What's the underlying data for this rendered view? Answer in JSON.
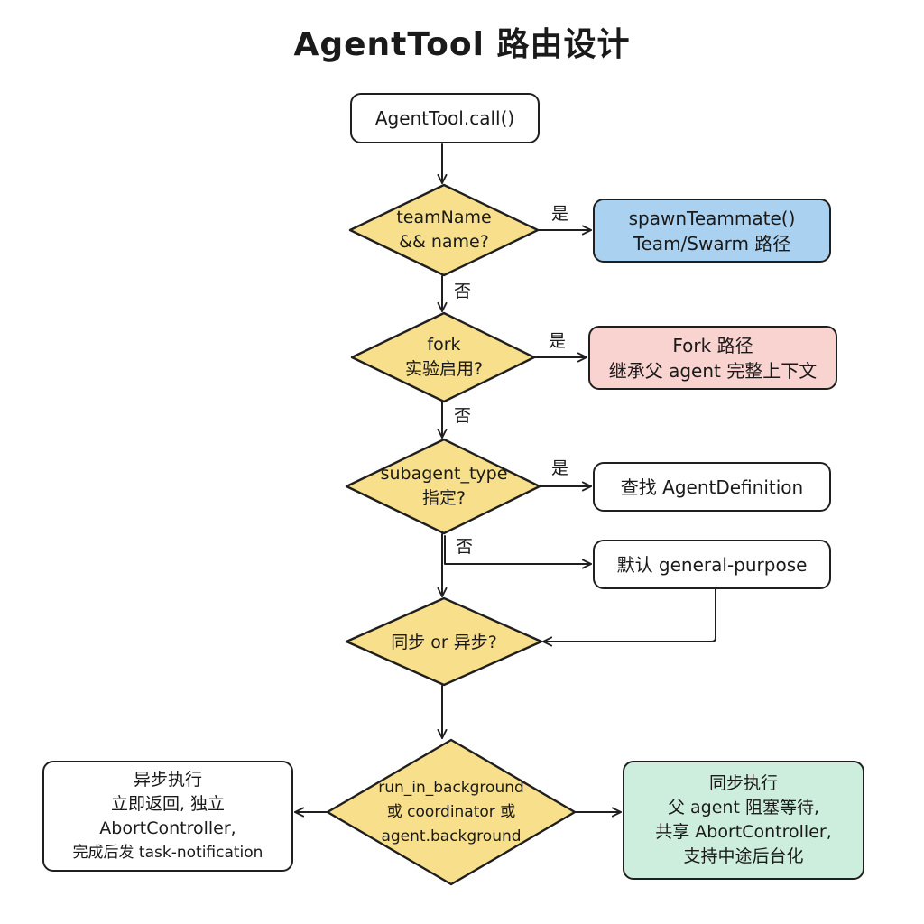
{
  "title": "AgentTool 路由设计",
  "nodes": {
    "start": "AgentTool.call()",
    "q_team": [
      "teamName",
      "&& name?"
    ],
    "team_path": [
      "spawnTeammate()",
      "Team/Swarm 路径"
    ],
    "q_fork": [
      "fork",
      "实验启用?"
    ],
    "fork_path": [
      "Fork 路径",
      "继承父 agent 完整上下文"
    ],
    "q_subagent": [
      "subagent_type",
      "指定?"
    ],
    "lookup_def": "查找 AgentDefinition",
    "default_gp": "默认 general-purpose",
    "q_sync": "同步 or 异步?",
    "q_background": [
      "run_in_background",
      "或 coordinator 或",
      "agent.background"
    ],
    "async_exec": [
      "异步执行",
      "立即返回, 独立",
      "AbortController,",
      "完成后发 task-notification"
    ],
    "sync_exec": [
      "同步执行",
      "父 agent 阻塞等待,",
      "共享 AbortController,",
      "支持中途后台化"
    ]
  },
  "edge_labels": {
    "team_yes": "是",
    "team_no": "否",
    "fork_yes": "是",
    "fork_no": "否",
    "sub_yes": "是",
    "sub_no": "否"
  },
  "colors": {
    "decision_fill": "#f7df8b",
    "team_fill": "#aad1f0",
    "fork_fill": "#f8d3d0",
    "sync_fill": "#cdeedd",
    "stroke": "#1f1f1f"
  }
}
